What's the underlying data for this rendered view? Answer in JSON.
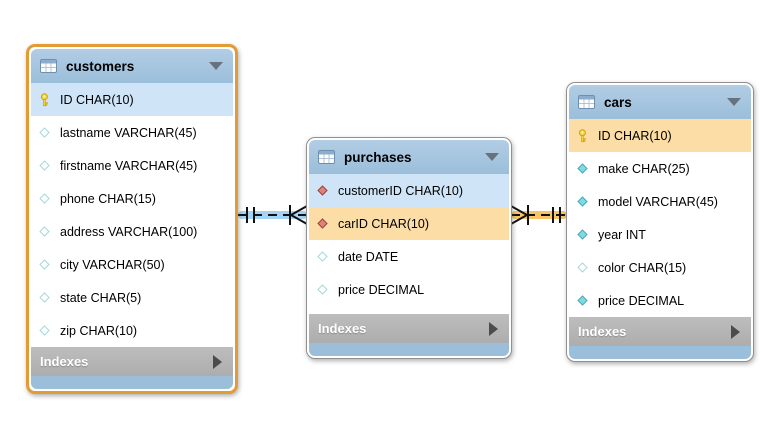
{
  "diagram": {
    "background": "#ffffff"
  },
  "colors": {
    "table_header_blue": "#9bbeda",
    "row_highlight_blue": "#cfe5f7",
    "row_highlight_orange": "#fcdda6",
    "indexes_bar_gray": "#b3b3b3",
    "selected_table_border_orange": "#e39b35",
    "table_border_gray": "#909090",
    "relationship_highlight_blue": "#a5d3f3",
    "relationship_highlight_orange": "#f7c566",
    "relationship_line": "#111111",
    "primary_key_yellow": "#f6d63f",
    "column_not_null_teal": "#7bdce2",
    "foreign_key_red": "#df817f"
  },
  "tables": [
    {
      "id": "customers",
      "title": "customers",
      "selected": true,
      "indexes_label": "Indexes",
      "columns": [
        {
          "name": "ID CHAR(10)",
          "icon": "primary-key",
          "highlight": "blue"
        },
        {
          "name": "lastname VARCHAR(45)",
          "icon": "nullable",
          "highlight": null
        },
        {
          "name": "firstname VARCHAR(45)",
          "icon": "nullable",
          "highlight": null
        },
        {
          "name": "phone CHAR(15)",
          "icon": "nullable",
          "highlight": null
        },
        {
          "name": "address VARCHAR(100)",
          "icon": "nullable",
          "highlight": null
        },
        {
          "name": "city VARCHAR(50)",
          "icon": "nullable",
          "highlight": null
        },
        {
          "name": "state CHAR(5)",
          "icon": "nullable",
          "highlight": null
        },
        {
          "name": "zip CHAR(10)",
          "icon": "nullable",
          "highlight": null
        }
      ]
    },
    {
      "id": "purchases",
      "title": "purchases",
      "selected": false,
      "indexes_label": "Indexes",
      "columns": [
        {
          "name": "customerID CHAR(10)",
          "icon": "foreign-key",
          "highlight": "blue"
        },
        {
          "name": "carID CHAR(10)",
          "icon": "foreign-key",
          "highlight": "orange"
        },
        {
          "name": "date DATE",
          "icon": "nullable",
          "highlight": null
        },
        {
          "name": "price DECIMAL",
          "icon": "nullable",
          "highlight": null
        }
      ]
    },
    {
      "id": "cars",
      "title": "cars",
      "selected": false,
      "indexes_label": "Indexes",
      "columns": [
        {
          "name": "ID CHAR(10)",
          "icon": "primary-key",
          "highlight": "orange"
        },
        {
          "name": "make CHAR(25)",
          "icon": "not-null",
          "highlight": null
        },
        {
          "name": "model VARCHAR(45)",
          "icon": "not-null",
          "highlight": null
        },
        {
          "name": "year INT",
          "icon": "not-null",
          "highlight": null
        },
        {
          "name": "color CHAR(15)",
          "icon": "nullable",
          "highlight": null
        },
        {
          "name": "price DECIMAL",
          "icon": "not-null",
          "highlight": null
        }
      ]
    }
  ],
  "connectors": [
    {
      "id": "customers-purchases",
      "from": "customers",
      "to": "purchases",
      "cardinality": "one-to-many",
      "line_style": "dashed",
      "highlight": "blue"
    },
    {
      "id": "purchases-cars",
      "from": "purchases",
      "to": "cars",
      "cardinality": "many-to-one",
      "line_style": "dashed",
      "highlight": "orange"
    }
  ]
}
